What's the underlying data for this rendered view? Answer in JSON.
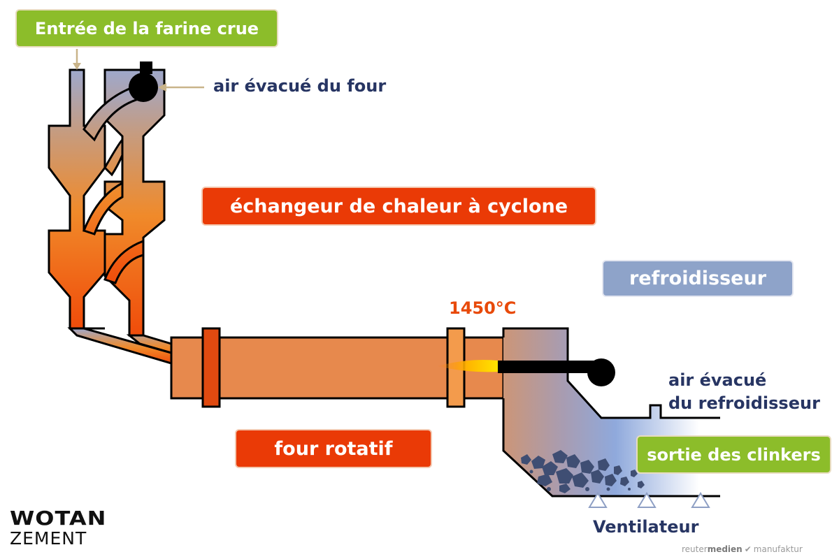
{
  "labels": {
    "raw_meal_input": "Entrée de la farine crue",
    "kiln_exhaust": "air évacué du four",
    "cyclone_preheater": "échangeur de chaleur à cyclone",
    "cooler": "refroidisseur",
    "temperature": "1450°C",
    "cooler_exhaust_line1": "air évacué",
    "cooler_exhaust_line2": "du refroidisseur",
    "rotary_kiln": "four rotatif",
    "clinker_outlet": "sortie des clinkers",
    "fans": "Ventilateur"
  },
  "logo": {
    "main": "wotan",
    "sub": "ZEMENT"
  },
  "credit": {
    "part1": "reuter",
    "part2": "medien",
    "part3": "manufaktur"
  },
  "colors": {
    "green": "#8cbd2a",
    "red": "#ea3a06",
    "blue_box": "#8ea3c9",
    "navy_text": "#273563",
    "hot_orange": "#ff7a00",
    "cool_blue": "#8aa8dc",
    "arrow_tan": "#c9b48a"
  }
}
